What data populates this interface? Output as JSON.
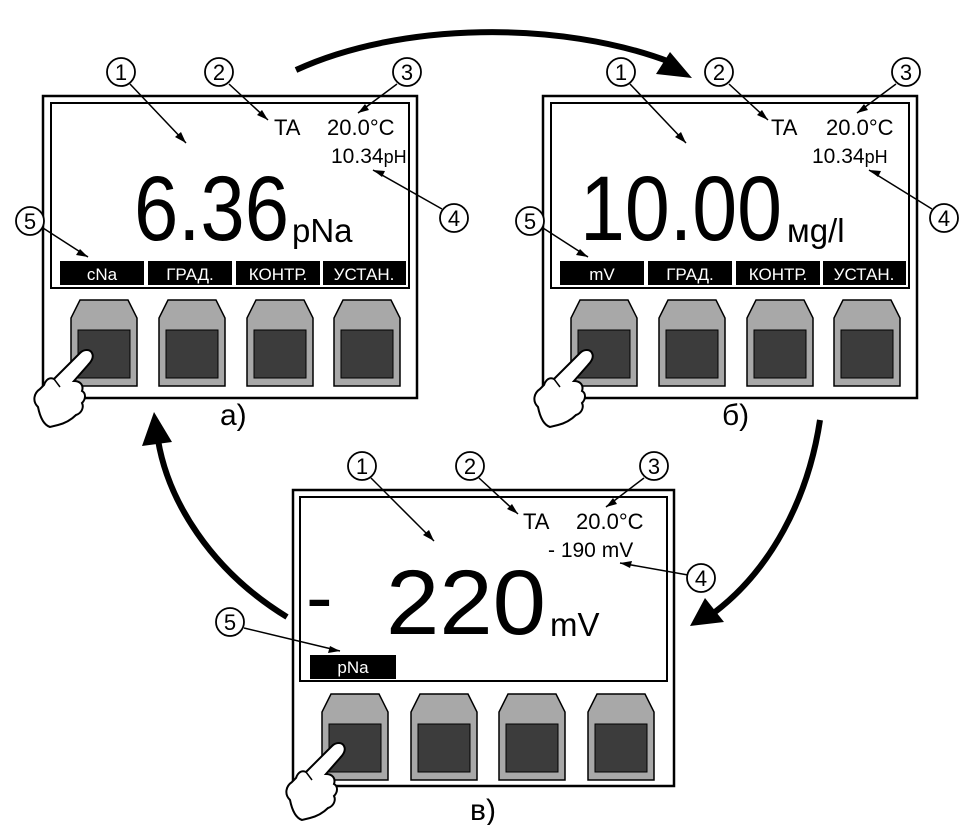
{
  "callout_numbers": [
    "1",
    "2",
    "3",
    "4",
    "5"
  ],
  "panels": [
    {
      "id": "a",
      "caption": "а)",
      "ta": "TA",
      "temp": "20.0°C",
      "sub": "10.34pH",
      "sub_value": "10.34",
      "sub_unit": "pH",
      "main_value": "6.36",
      "main_unit": "pNa",
      "softkeys": [
        "cNa",
        "ГРАД.",
        "КОНТР.",
        "УСТАН."
      ]
    },
    {
      "id": "b",
      "caption": "б)",
      "ta": "TA",
      "temp": "20.0°C",
      "sub_value": "10.34",
      "sub_unit": "pH",
      "main_value": "10.00",
      "main_unit": "мg/l",
      "softkeys": [
        "mV",
        "ГРАД.",
        "КОНТР.",
        "УСТАН."
      ]
    },
    {
      "id": "v",
      "caption": "в)",
      "ta": "TA",
      "temp": "20.0°C",
      "sub_value": "- 190 mV",
      "sub_unit": "",
      "main_sign": "-",
      "main_value": "220",
      "main_unit": "mV",
      "softkeys": [
        "pNa"
      ]
    }
  ],
  "colors": {
    "key_body": "#a8a8a8",
    "key_face": "#3c3c3c",
    "softkey_bg": "#000000",
    "softkey_text": "#ffffff"
  },
  "icons": [
    "finger-pointer-icon",
    "cycle-arrow-icon"
  ]
}
